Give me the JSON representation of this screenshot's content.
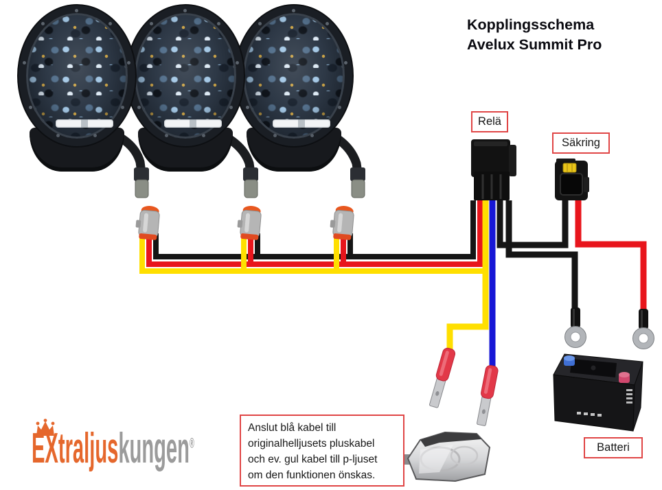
{
  "title": {
    "line1": "Kopplingsschema",
    "line2": "Avelux Summit Pro"
  },
  "component_labels": {
    "relay": "Relä",
    "fuse": "Säkring",
    "battery": "Batteri"
  },
  "note_box": {
    "lines": [
      "Anslut blå kabel till",
      "originalhelljusets pluskabel",
      "och ev. gul kabel till p-ljuset",
      "om den funktionen önskas."
    ]
  },
  "logo": {
    "text_primary": "EXtraljus",
    "text_secondary": "kungen",
    "registered_mark": "®"
  },
  "wire_colors": {
    "power_red": "#e8151c",
    "signal_yellow": "#ffdf00",
    "highbeam_blue": "#1717d6",
    "ground_black": "#151515"
  },
  "accent_colors": {
    "label_border_red": "#e04545",
    "title_text": "#0a0a10",
    "connector_orange": "#e8571f",
    "connector_gray": "#b5b5b5",
    "spade_terminal_red": "#e23848",
    "fuse_yellow": "#e9c519",
    "battery_positive_terminal": "#d1486e",
    "battery_negative_terminal": "#3f6fd4",
    "logo_orange": "#e5672c",
    "logo_gray": "#9b9b9b"
  },
  "graphics": [
    "spotlight-1",
    "spotlight-2",
    "spotlight-3",
    "dt-connector-1",
    "dt-connector-2",
    "dt-connector-3",
    "relay-body",
    "fuse-holder",
    "battery",
    "spade-terminal-yellow",
    "spade-terminal-blue",
    "ring-terminal-ground",
    "ring-terminal-positive",
    "headlight-image"
  ]
}
